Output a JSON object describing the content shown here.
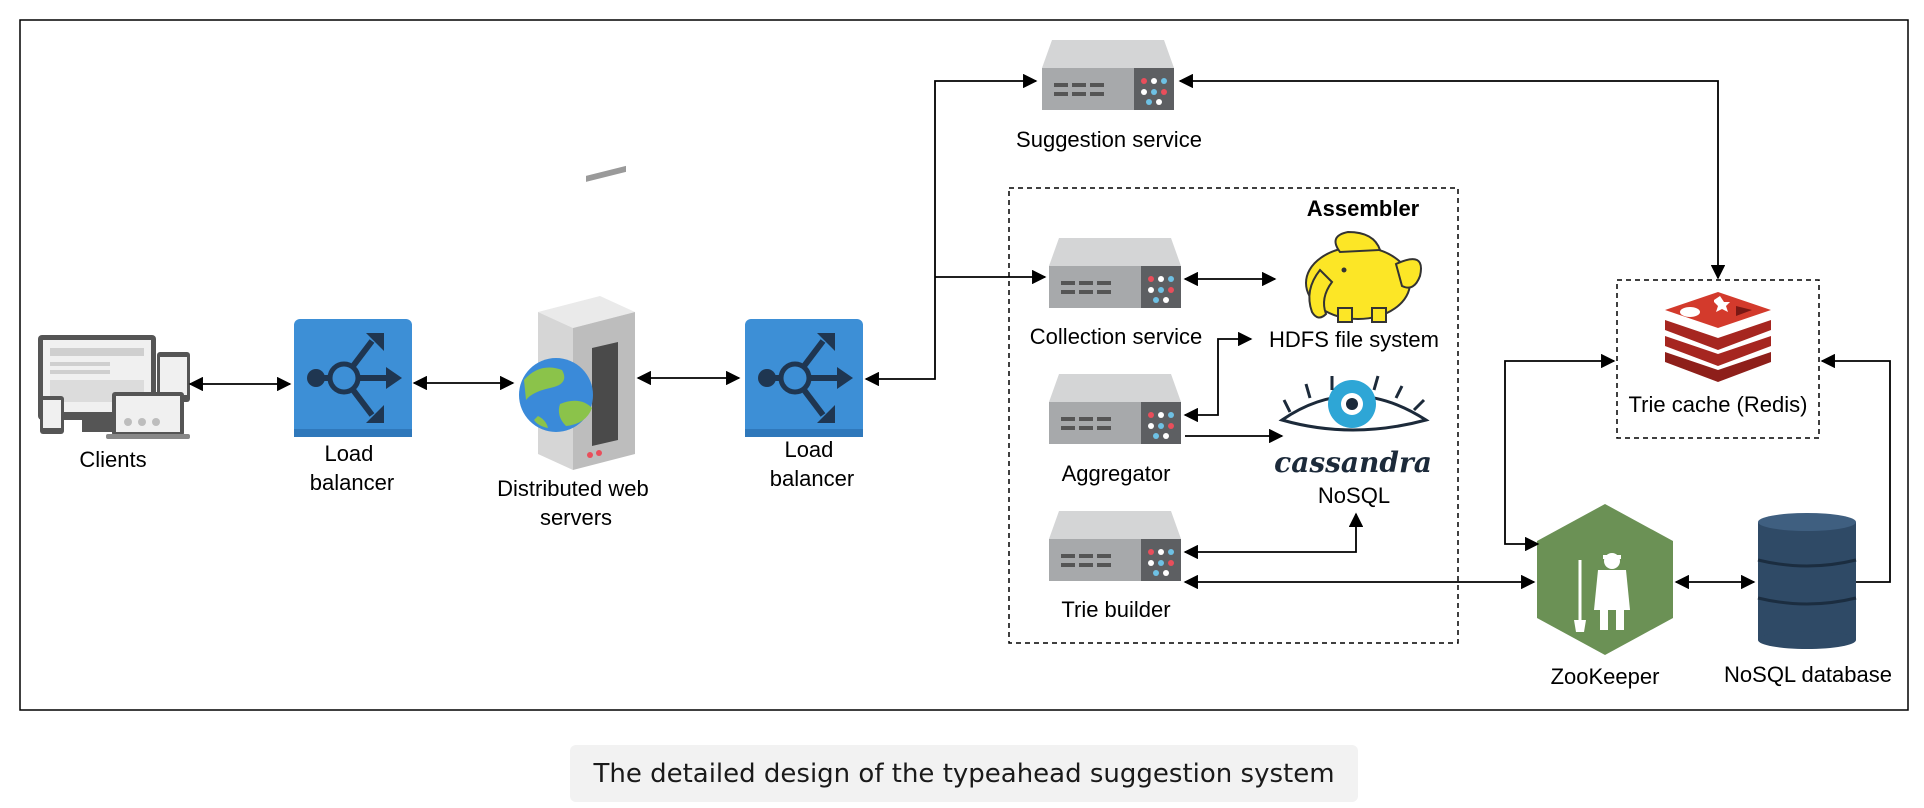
{
  "nodes": {
    "clients": "Clients",
    "load_balancer_1": [
      "Load",
      "balancer"
    ],
    "web_servers": [
      "Distributed web",
      "servers"
    ],
    "load_balancer_2": [
      "Load",
      "balancer"
    ],
    "suggestion_service": "Suggestion service",
    "assembler": "Assembler",
    "collection_service": "Collection service",
    "hdfs": "HDFS file system",
    "aggregator": "Aggregator",
    "cassandra_logo": "cassandra",
    "cassandra": "NoSQL",
    "trie_builder": "Trie builder",
    "trie_cache": "Trie cache (Redis)",
    "zookeeper": "ZooKeeper",
    "nosql_db": "NoSQL database"
  },
  "colors": {
    "load_balancer": "#3d8fd6",
    "server_gray": "#a7a9ab",
    "zookeeper_green": "#6b9155",
    "redis_red": "#c0312b",
    "database_navy": "#2f4a66",
    "hadoop_yellow": "#fce626"
  },
  "caption": "The detailed design of the typeahead suggestion system"
}
